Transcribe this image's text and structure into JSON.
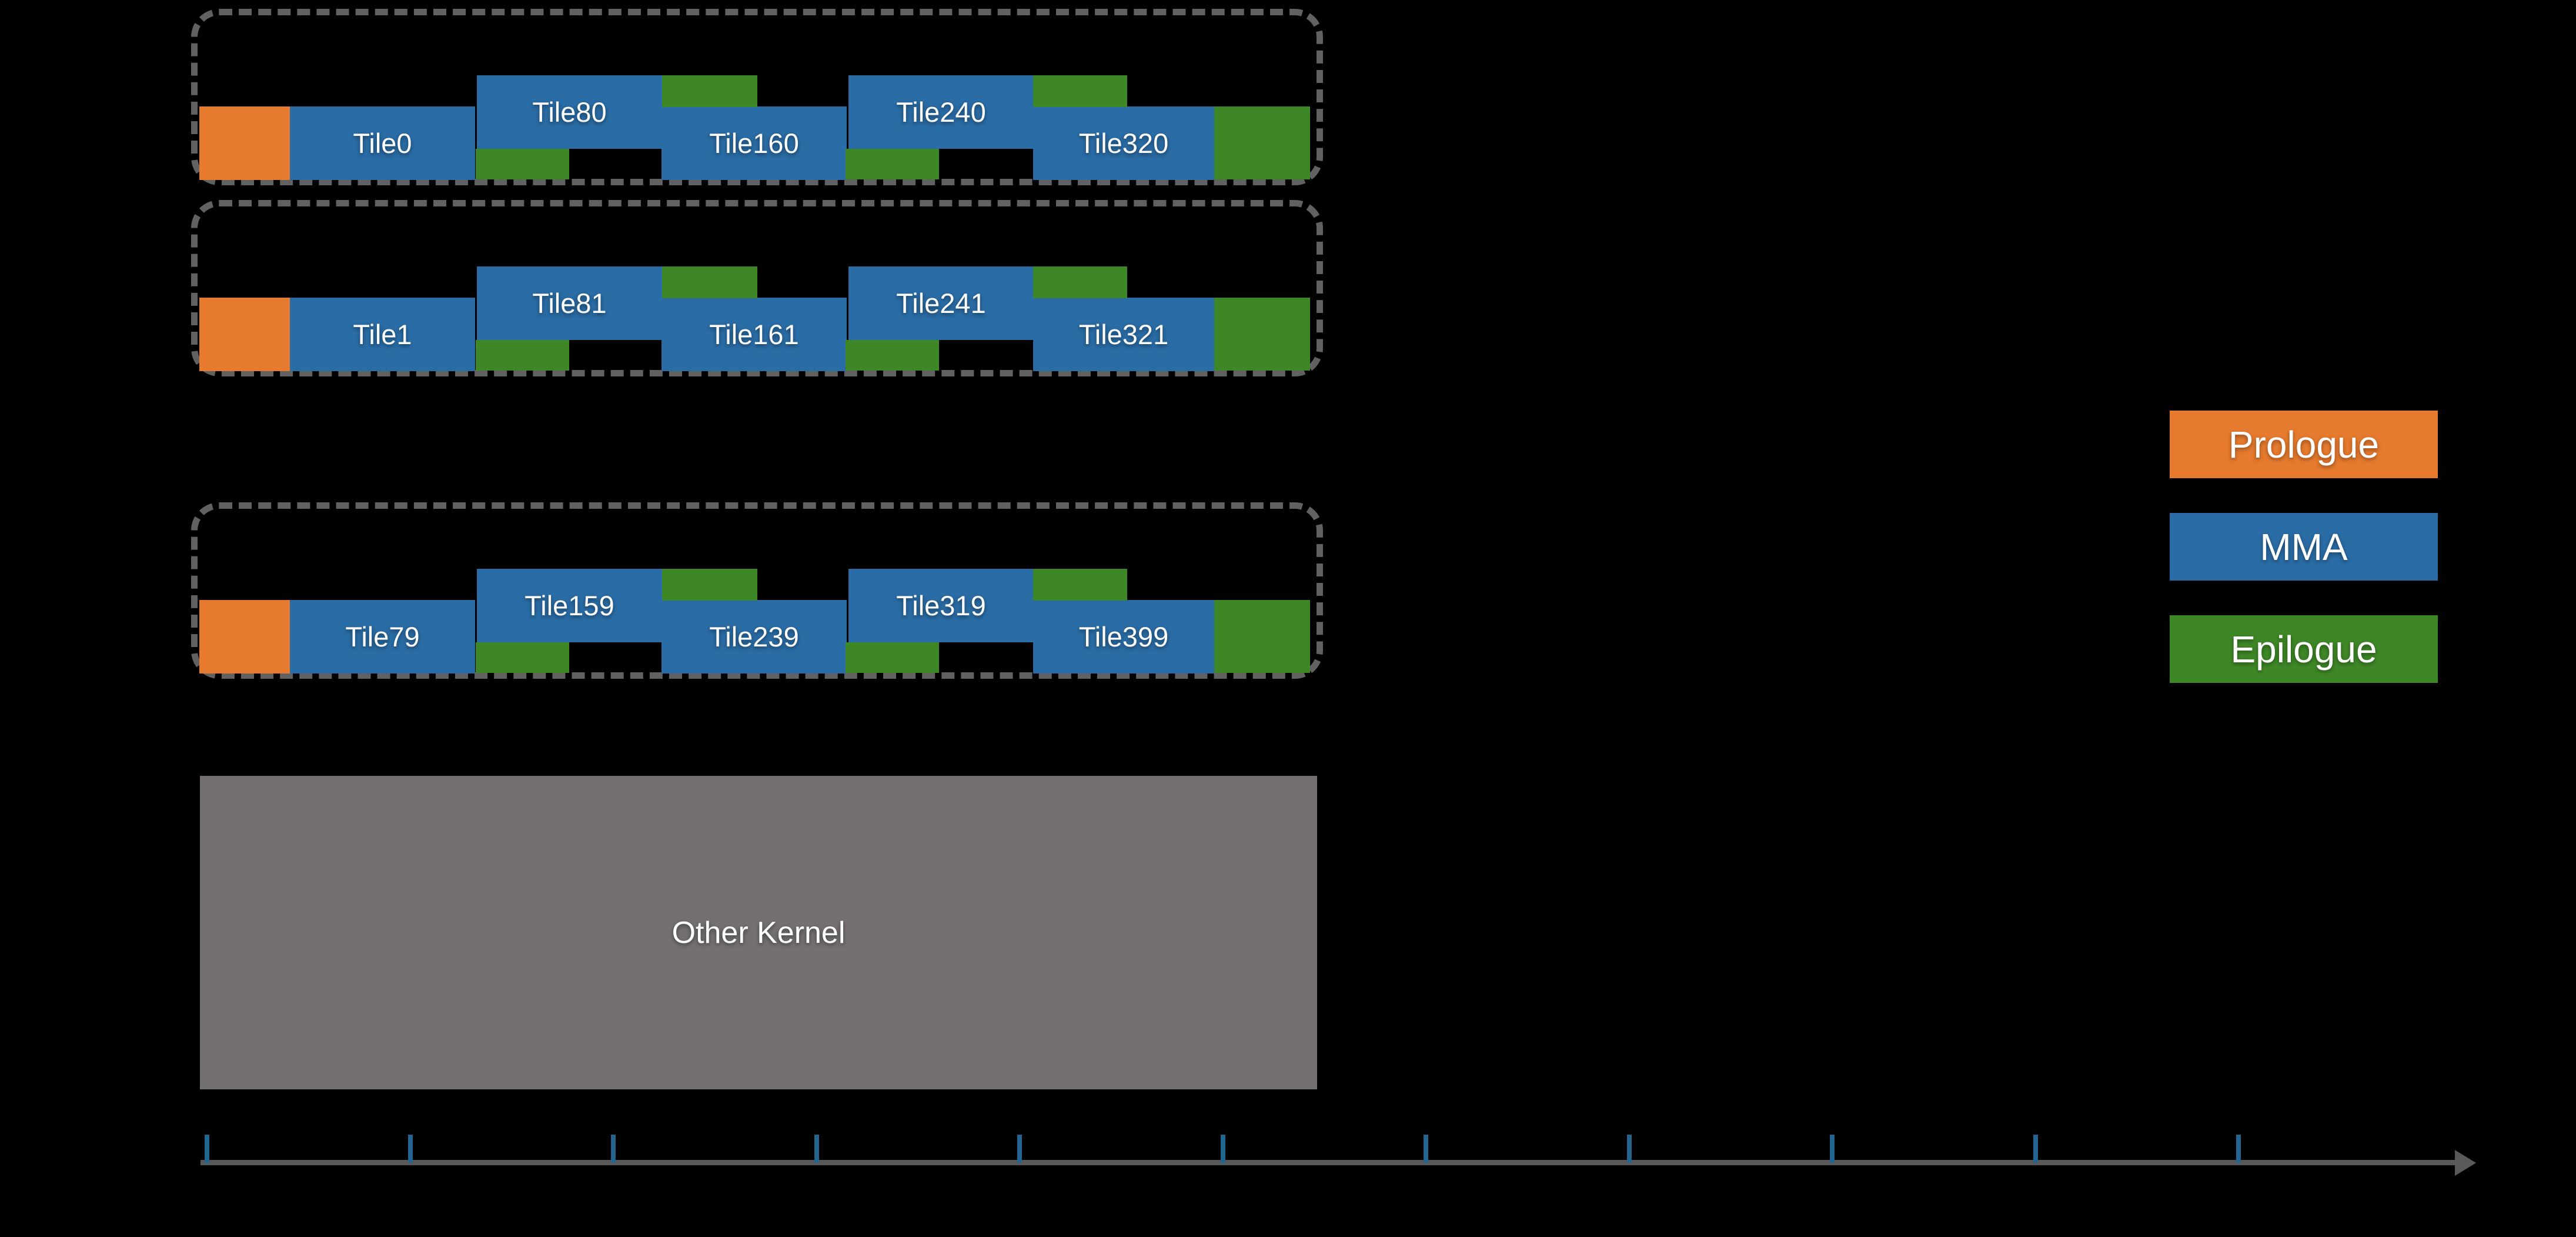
{
  "colors": {
    "background": "#000000",
    "prologue": "#E67A2E",
    "mma": "#2A6CA5",
    "epilogue": "#3E8727",
    "other_kernel": "#747070",
    "dashed_border": "#616161",
    "axis_line": "#595959",
    "tick": "#226590",
    "label_text": "#FFFFFF"
  },
  "rows": [
    {
      "tiles": [
        "Tile0",
        "Tile80",
        "Tile160",
        "Tile240",
        "Tile320"
      ]
    },
    {
      "tiles": [
        "Tile1",
        "Tile81",
        "Tile161",
        "Tile241",
        "Tile321"
      ]
    },
    {
      "tiles": [
        "Tile79",
        "Tile159",
        "Tile239",
        "Tile319",
        "Tile399"
      ]
    }
  ],
  "legend": [
    {
      "label": "Prologue",
      "color_key": "prologue"
    },
    {
      "label": "MMA",
      "color_key": "mma"
    },
    {
      "label": "Epilogue",
      "color_key": "epilogue"
    }
  ],
  "other_kernel": {
    "label": "Other Kernel"
  },
  "timeline": {
    "tick_count": 11,
    "has_arrow": true
  }
}
